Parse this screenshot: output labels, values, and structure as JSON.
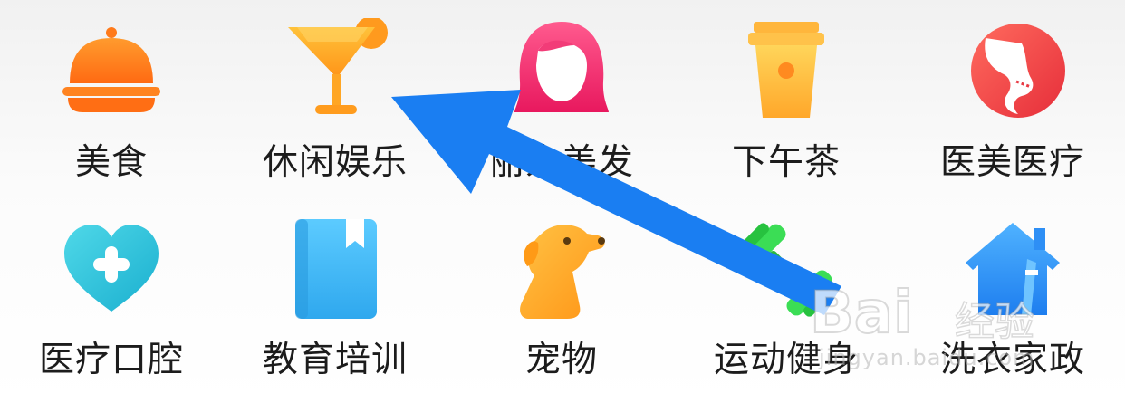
{
  "categories": [
    {
      "label": "美食",
      "icon": "food-cloche-icon",
      "color": "#FF7A1A"
    },
    {
      "label": "休闲娱乐",
      "icon": "cocktail-glass-icon",
      "color": "#FFA21A"
    },
    {
      "label": "丽人美发",
      "icon": "woman-hair-icon",
      "color": "#F0317A"
    },
    {
      "label": "下午茶",
      "icon": "coffee-cup-icon",
      "color": "#FFB238"
    },
    {
      "label": "医美医疗",
      "icon": "face-contour-icon",
      "color": "#F24A4A"
    },
    {
      "label": "医疗口腔",
      "icon": "heart-plus-icon",
      "color": "#22BFD9"
    },
    {
      "label": "教育培训",
      "icon": "book-icon",
      "color": "#3EB8F2"
    },
    {
      "label": "宠物",
      "icon": "dog-icon",
      "color": "#FFA51E"
    },
    {
      "label": "运动健身",
      "icon": "dumbbell-icon",
      "color": "#2FD44A"
    },
    {
      "label": "洗衣家政",
      "icon": "house-broom-icon",
      "color": "#2E8FF5"
    }
  ],
  "annotation": {
    "icon": "arrow-annotation-icon",
    "color": "#1A7EF2"
  },
  "watermark": {
    "brand": "Bai",
    "sub": "经验",
    "url": "jingyan.baidu.com"
  }
}
